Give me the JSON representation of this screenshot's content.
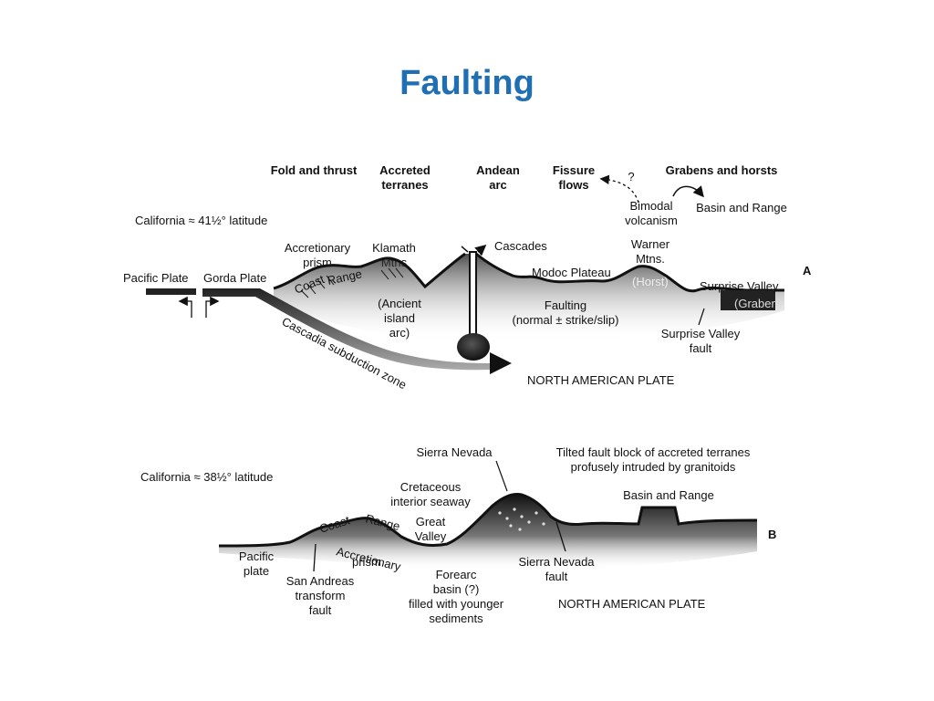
{
  "slide": {
    "title": "Faulting"
  },
  "diagram_a": {
    "panel_letter": "A",
    "latitude": "California ≈ 41½° latitude",
    "headers": {
      "fold_thrust": "Fold and thrust",
      "accreted_1": "Accreted",
      "accreted_2": "terranes",
      "andean_1": "Andean",
      "andean_2": "arc",
      "fissure_1": "Fissure",
      "fissure_2": "flows",
      "question": "?",
      "grabens": "Grabens and horsts"
    },
    "labels": {
      "bimodal_1": "Bimodal",
      "bimodal_2": "volcanism",
      "basin_range": "Basin and Range",
      "accretionary_1": "Accretionary",
      "accretionary_2": "prism",
      "klamath_1": "Klamath",
      "klamath_2": "Mtns",
      "cascades": "Cascades",
      "warner_1": "Warner",
      "warner_2": "Mtns.",
      "horst": "(Horst)",
      "modoc": "Modoc Plateau",
      "pacific_plate": "Pacific Plate",
      "gorda_plate": "Gorda Plate",
      "coast": "Coast",
      "range": "Range",
      "ancient_1": "(Ancient",
      "ancient_2": "island",
      "ancient_3": "arc)",
      "faulting_1": "Faulting",
      "faulting_2": "(normal ± strike/slip)",
      "surprise_valley": "Surprise Valley",
      "graben": "(Graben)",
      "sv_fault_1": "Surprise Valley",
      "sv_fault_2": "fault",
      "cascadia": "Cascadia subduction zone",
      "north_american": "NORTH AMERICAN PLATE"
    }
  },
  "diagram_b": {
    "panel_letter": "B",
    "latitude": "California ≈ 38½° latitude",
    "labels": {
      "sierra_nevada": "Sierra Nevada",
      "tilted_1": "Tilted fault block of accreted terranes",
      "tilted_2": "profusely intruded by granitoids",
      "cretaceous_1": "Cretaceous",
      "cretaceous_2": "interior seaway",
      "basin_range": "Basin and Range",
      "coast": "Coast",
      "range": "Range",
      "great_1": "Great",
      "great_2": "Valley",
      "accretionary": "Accretionary",
      "prism": "prism",
      "pacific_1": "Pacific",
      "pacific_2": "plate",
      "san_andreas_1": "San Andreas",
      "san_andreas_2": "transform",
      "san_andreas_3": "fault",
      "forearc_1": "Forearc",
      "forearc_2": "basin (?)",
      "forearc_3": "filled with younger",
      "forearc_4": "sediments",
      "sn_fault_1": "Sierra Nevada",
      "sn_fault_2": "fault",
      "north_american": "NORTH AMERICAN PLATE"
    }
  }
}
